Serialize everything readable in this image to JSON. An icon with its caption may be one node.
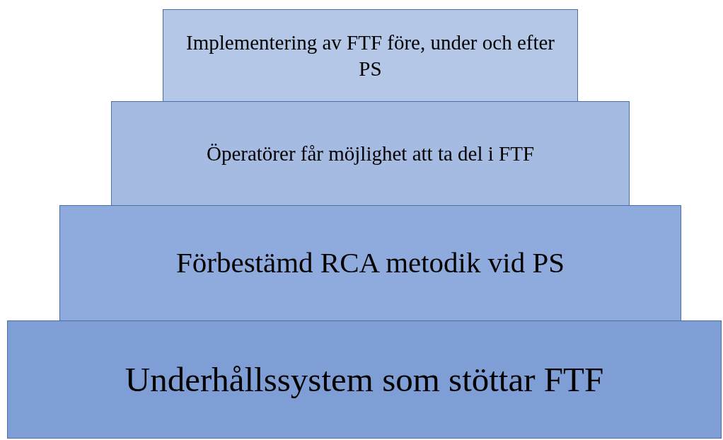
{
  "diagram": {
    "nodes": [
      {
        "text": [
          "Implementering av FTF före, under och efter PS"
        ]
      },
      {
        "text": [
          "Öperatörer får möjlighet att ta del i FTF"
        ]
      },
      {
        "text": [
          "Förbestämd RCA metodik vid PS"
        ]
      },
      {
        "text": [
          "Underhållssystem som stöttar FTF"
        ]
      }
    ]
  }
}
